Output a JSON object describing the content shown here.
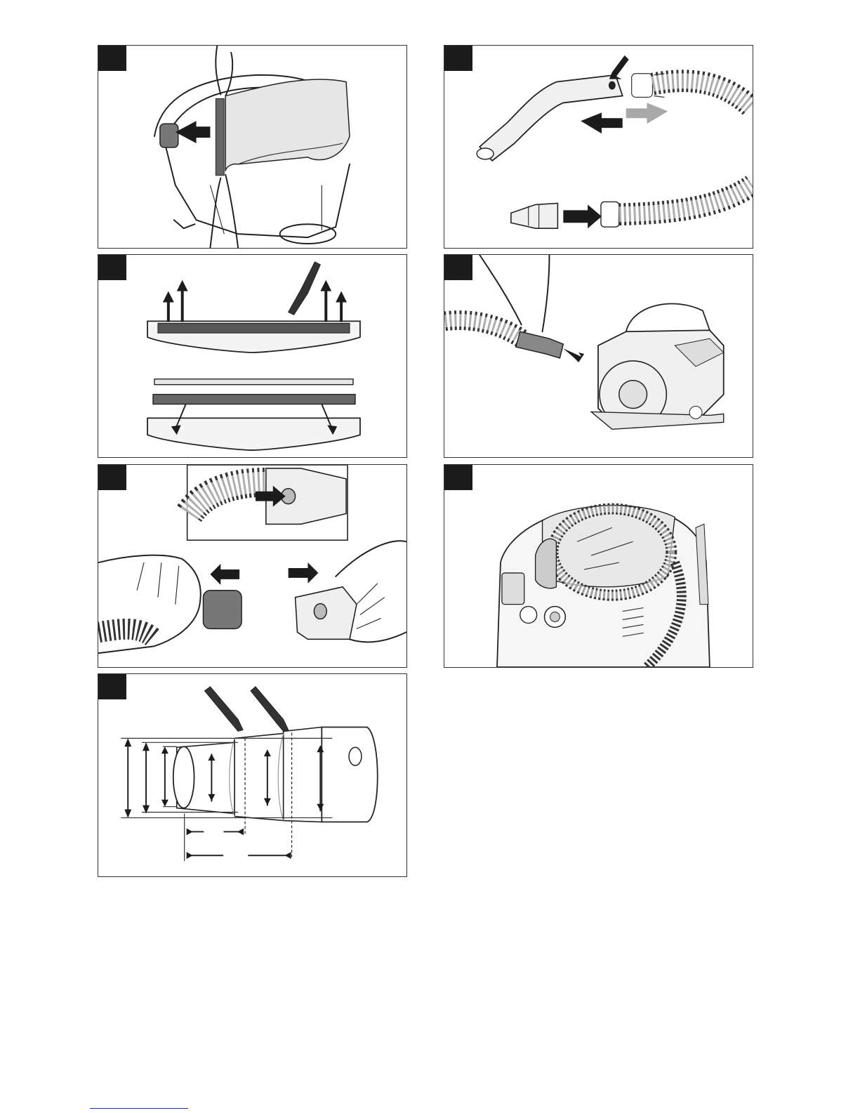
{
  "page": {
    "background": "#ffffff"
  },
  "colors": {
    "outline": "#222222",
    "arrow_dark": "#1c1c1c",
    "arrow_grey": "#a8a8a8",
    "badge": "#1c1c1c",
    "footer_rule": "#2030d0"
  },
  "figures": [
    {
      "id": "fig-bag-insert",
      "icon": "dust-bag-insert-illustration"
    },
    {
      "id": "fig-hose-handle",
      "icon": "hose-handle-connect-illustration"
    },
    {
      "id": "fig-floor-nozzle",
      "icon": "floor-nozzle-strip-replace-illustration"
    },
    {
      "id": "fig-tool-connect",
      "icon": "power-tool-connect-illustration"
    },
    {
      "id": "fig-hose-adapter",
      "icon": "hose-adapter-remove-illustration"
    },
    {
      "id": "fig-hose-storage",
      "icon": "hose-storage-illustration"
    },
    {
      "id": "fig-adapter-cut",
      "icon": "adapter-cut-to-size-illustration"
    }
  ]
}
